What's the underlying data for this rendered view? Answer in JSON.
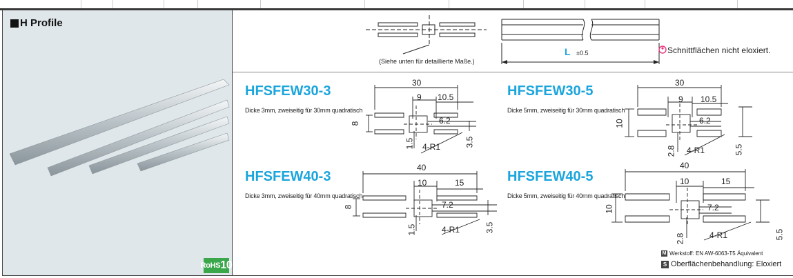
{
  "left_panel": {
    "title": "H Profile",
    "rohs_label": "RoHS",
    "rohs_number": "10"
  },
  "overview": {
    "caption": "(Siehe unten für detaillierte Maße.)",
    "length_label": "L",
    "length_tolerance": "±0.5",
    "note": "Schnittflächen nicht eloxiert."
  },
  "profiles": [
    {
      "id": "HFSFEW30-3",
      "desc": "Dicke 3mm, zweiseitig für 30mm quadratisch",
      "dims": {
        "width": "30",
        "inner": "9",
        "flange": "10.5",
        "slot": "6.2",
        "height": "8",
        "web": "1.5",
        "radius": "4-R1",
        "thickness": "3.5"
      }
    },
    {
      "id": "HFSFEW30-5",
      "desc": "Dicke 5mm, zweiseitig für 30mm quadratisch",
      "dims": {
        "width": "30",
        "inner": "9",
        "flange": "10.5",
        "slot": "6.2",
        "height": "10",
        "web": "2.8",
        "radius": "4-R1",
        "thickness": "5.5"
      }
    },
    {
      "id": "HFSFEW40-3",
      "desc": "Dicke 3mm, zweiseitig für 40mm quadratisch",
      "dims": {
        "width": "40",
        "inner": "10",
        "flange": "15",
        "slot": "7.2",
        "height": "8",
        "web": "1.5",
        "radius": "4-R1",
        "thickness": "3.5"
      }
    },
    {
      "id": "HFSFEW40-5",
      "desc": "Dicke 5mm, zweiseitig für 40mm quadratisch",
      "dims": {
        "width": "40",
        "inner": "10",
        "flange": "15",
        "slot": "7.2",
        "height": "10",
        "web": "2.8",
        "radius": "4-R1",
        "thickness": "5.5"
      }
    }
  ],
  "footer": {
    "material_badge": "M",
    "material": "Werkstoff: EN AW-6063-T5 Äquivalent",
    "surface_badge": "S",
    "surface": "Oberflächenbehandlung: Eloxiert"
  },
  "colors": {
    "title": "#1aa5dc",
    "rohs": "#3aa74b",
    "panel": "#dfe7ea",
    "note_icon": "#e6337a"
  }
}
